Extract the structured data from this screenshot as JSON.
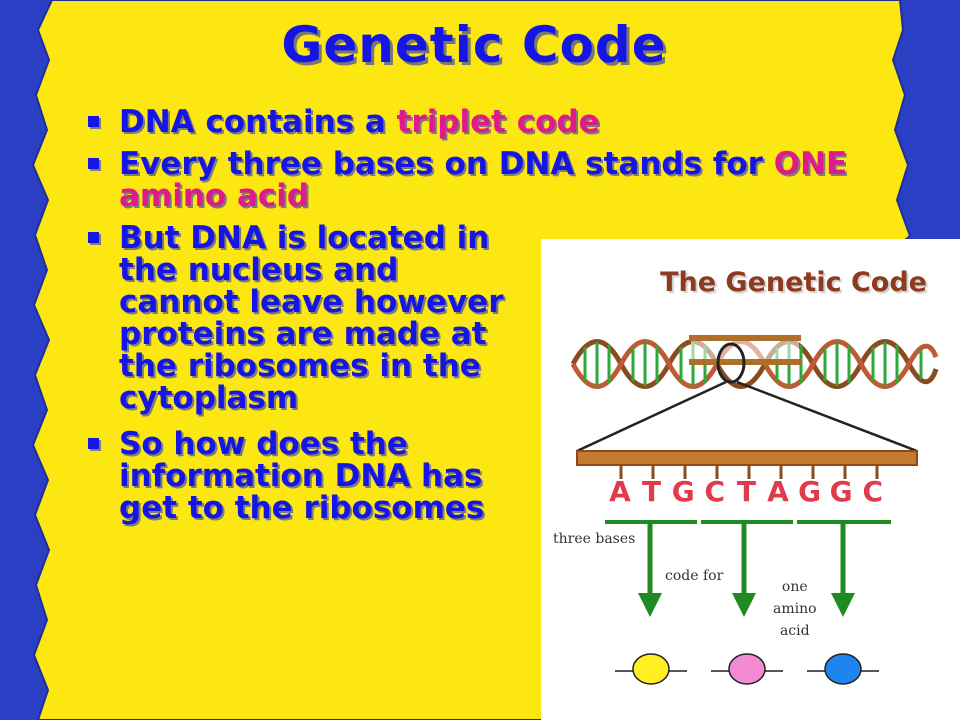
{
  "slide": {
    "title": "Genetic Code",
    "bullets": [
      {
        "parts": [
          {
            "t": "DNA contains a ",
            "c": "blue"
          },
          {
            "t": "triplet code",
            "c": "pink"
          }
        ]
      },
      {
        "parts": [
          {
            "t": "Every three bases on DNA stands for ",
            "c": "blue"
          },
          {
            "t": "ONE amino acid",
            "c": "pink"
          }
        ]
      },
      {
        "parts": [
          {
            "t": "But DNA is located in the nucleus and cannot leave however proteins are made at the ribosomes in the cytoplasm",
            "c": "blue"
          }
        ]
      },
      {
        "parts": [
          {
            "t": "So how does the information DNA has get to the ribosomes",
            "c": "blue"
          }
        ]
      }
    ]
  },
  "figure": {
    "title": "The Genetic Code",
    "bases": [
      "A",
      "T",
      "G",
      "C",
      "T",
      "A",
      "G",
      "G",
      "C"
    ],
    "labels": {
      "three_bases": "three bases",
      "code_for": "code for",
      "one_amino_acid": [
        "one",
        "amino",
        "acid"
      ]
    },
    "amino_colors": [
      "#ffef22",
      "#f58ad4",
      "#1e84ee"
    ]
  },
  "colors": {
    "background": "#fce711",
    "border": "#2b3fc4",
    "text": "#1515e8",
    "highlight": "#e01a8c"
  }
}
